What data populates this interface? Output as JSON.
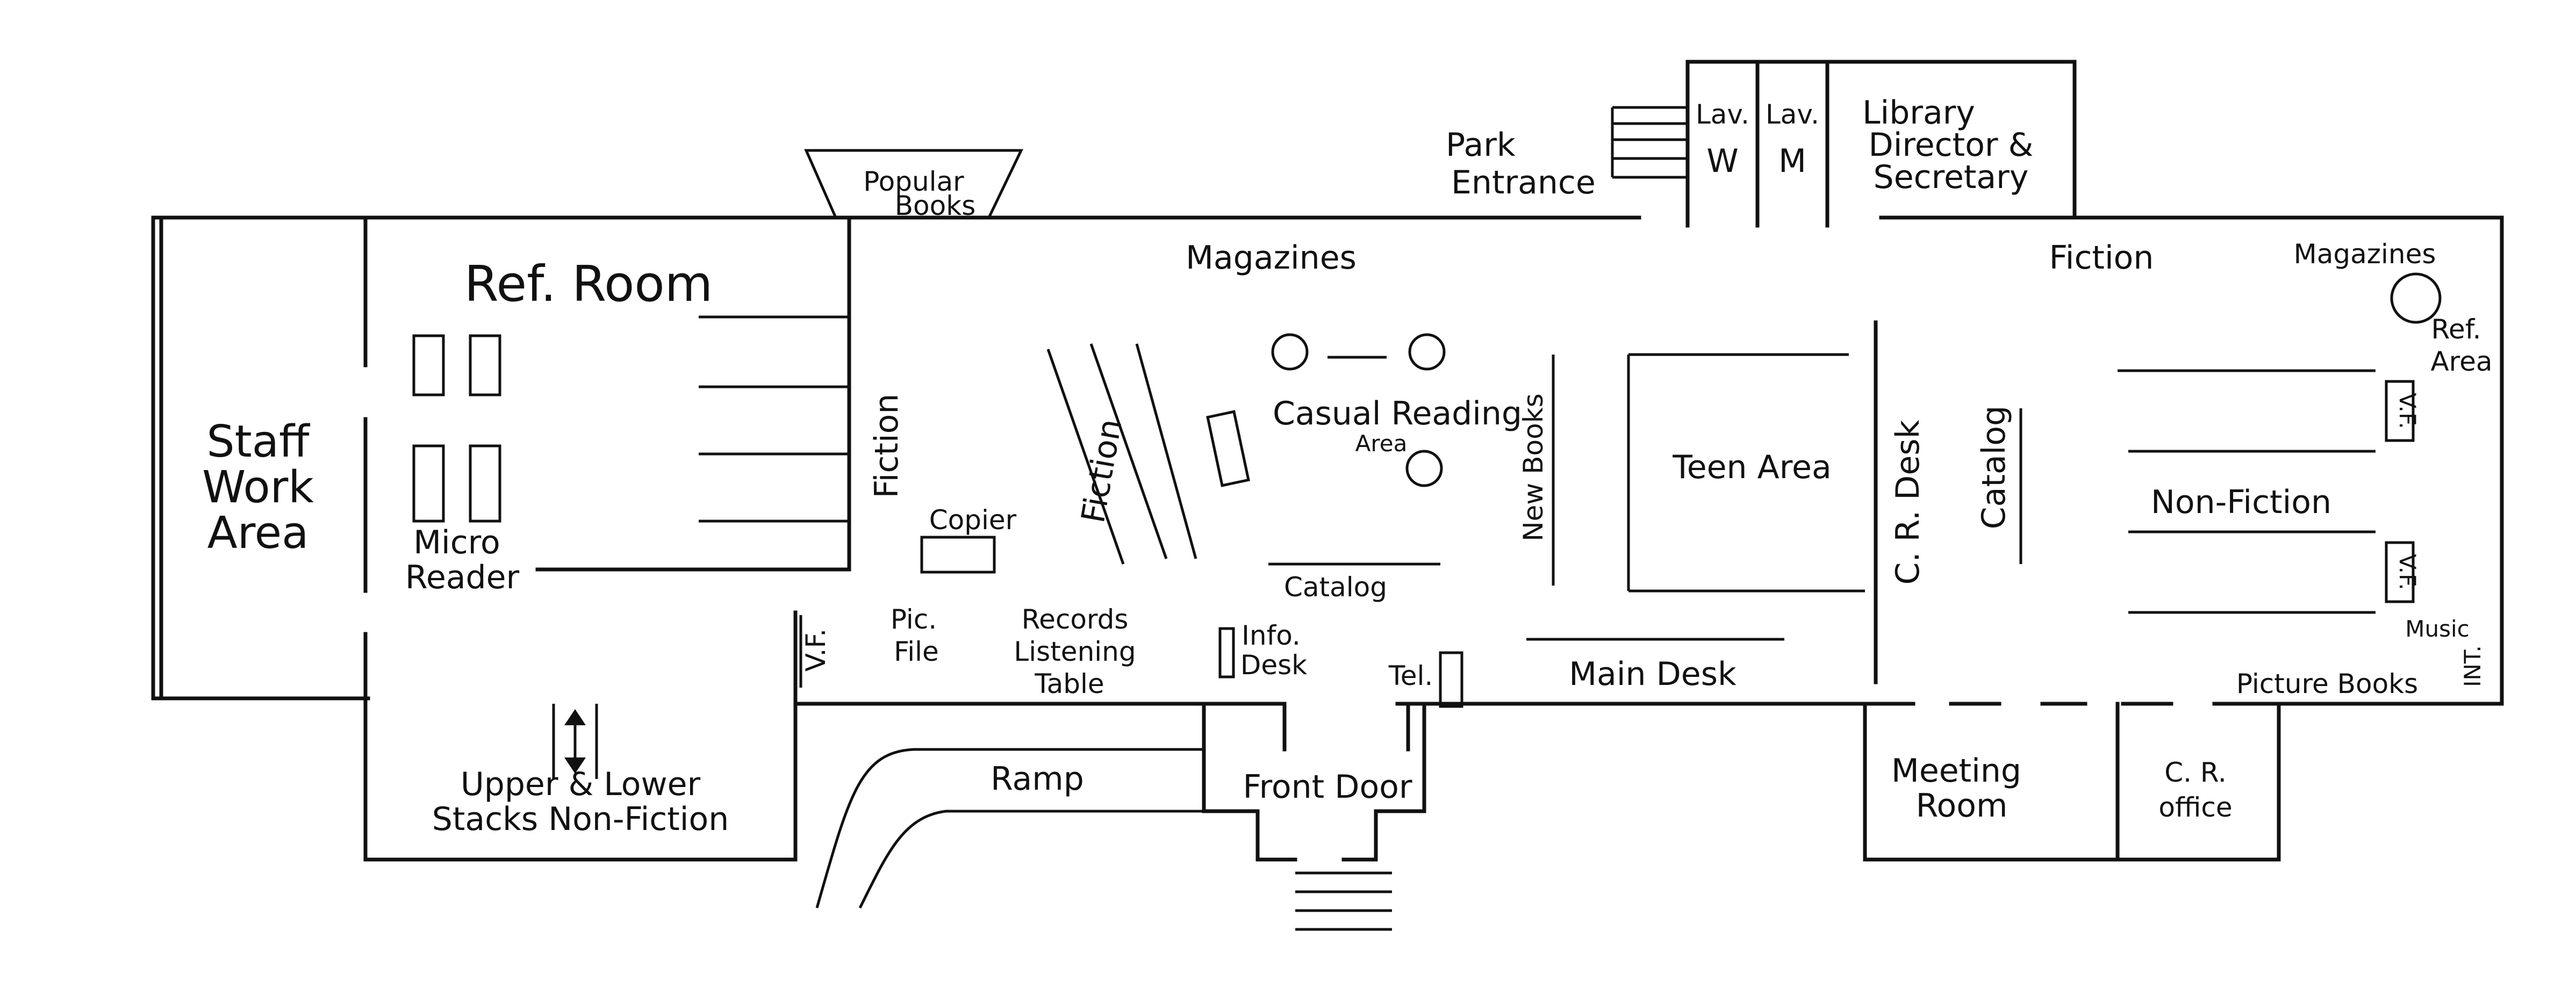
{
  "labels": {
    "staff_work_area": [
      "Staff",
      "Work",
      "Area"
    ],
    "ref_room": "Ref. Room",
    "micro_reader": [
      "Micro",
      "Reader"
    ],
    "popular_books": [
      "Popular",
      "Books"
    ],
    "magazines_left": "Magazines",
    "park_entrance": [
      "Park",
      "Entrance"
    ],
    "lav_w": [
      "Lav.",
      "W"
    ],
    "lav_m": [
      "Lav.",
      "M"
    ],
    "library_director": [
      "Library",
      "Director &",
      "Secretary"
    ],
    "fiction_right": "Fiction",
    "magazines_right": "Magazines",
    "ref_area": [
      "Ref.",
      "Area"
    ],
    "fiction_vertical_1": "Fiction",
    "fiction_vertical_2": "Fiction",
    "copier": "Copier",
    "casual_reading": [
      "Casual Reading",
      "Area"
    ],
    "new_books": "New Books",
    "teen_area": "Teen Area",
    "cr_desk": "C. R. Desk",
    "catalog_vertical": "Catalog",
    "non_fiction": "Non-Fiction",
    "catalog_center": "Catalog",
    "vf_left": "V.F.",
    "pic_file": [
      "Pic.",
      "File"
    ],
    "records": [
      "Records",
      "Listening",
      "Table"
    ],
    "info_desk": [
      "Info.",
      "Desk"
    ],
    "tel": "Tel.",
    "main_desk": "Main Desk",
    "vf_right_1": "V.F.",
    "vf_right_2": "V.F.",
    "music": "Music",
    "int": "INT.",
    "picture_books": "Picture Books",
    "stacks": [
      "Upper & Lower",
      "Stacks  Non-Fiction"
    ],
    "ramp": "Ramp",
    "front_door": "Front Door",
    "meeting_room": [
      "Meeting",
      "Room"
    ],
    "cr_office": [
      "C. R.",
      "office"
    ]
  }
}
